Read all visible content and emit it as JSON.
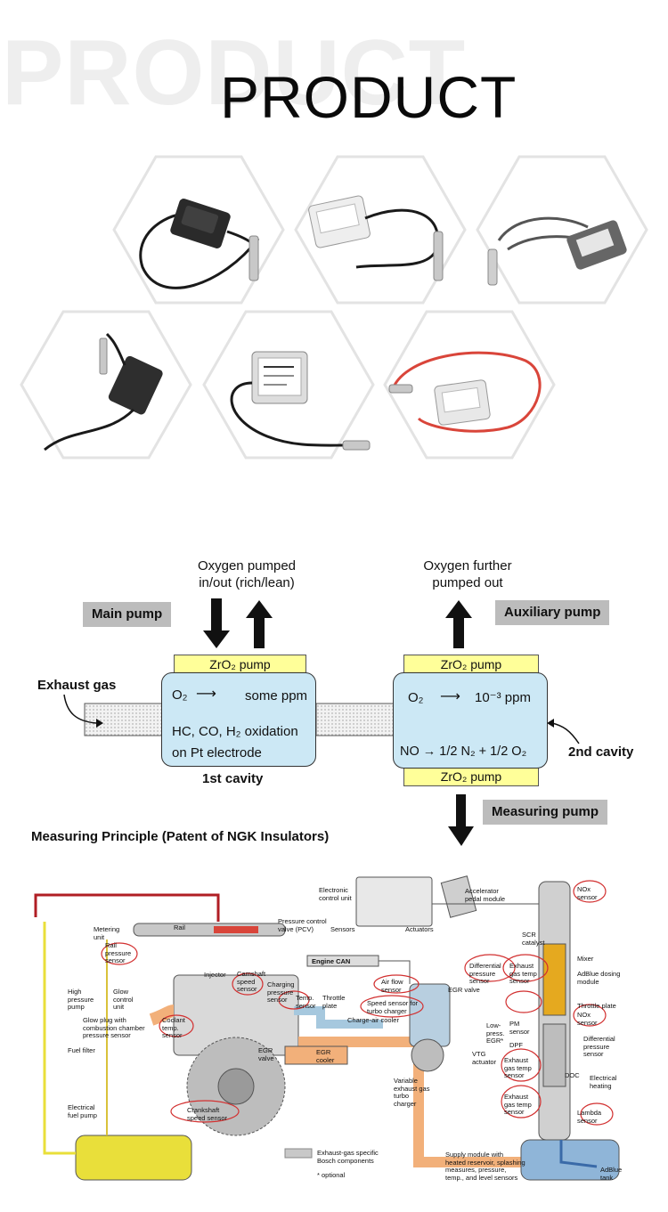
{
  "header": {
    "bg_word": "PRODUCT",
    "title": "PRODUCT"
  },
  "products": {
    "count": 6,
    "names": [
      "nox-sensor-black-cable",
      "nox-sensor-white-module",
      "nox-sensor-grey-cable",
      "nox-sensor-black-module-2",
      "nox-sensor-labeled",
      "nox-sensor-red-cable"
    ]
  },
  "principle": {
    "main_pump": "Main pump",
    "aux_pump": "Auxiliary pump",
    "measuring_pump": "Measuring pump",
    "oxygen_pumped": "Oxygen pumped",
    "in_out": "in/out (rich/lean)",
    "oxygen_further": "Oxygen further",
    "pumped_out": "pumped out",
    "exhaust_gas": "Exhaust gas",
    "zro2_pump": "ZrO₂ pump",
    "o2": "O₂",
    "some_ppm": "some ppm",
    "hc_line": "HC, CO, H₂ oxidation",
    "pt_line": "on Pt electrode",
    "first_cavity": "1st cavity",
    "second_cavity": "2nd cavity",
    "ppm_line": "10⁻³ ppm",
    "no_line": "NO → 1/2 N₂ + 1/2 O₂",
    "caption": "Measuring Principle (Patent of NGK Insulators)"
  },
  "system": {
    "ecu": "Electronic control unit",
    "sensors": "Sensors",
    "actuators": "Actuators",
    "accel": "Accelerator pedal module",
    "engine_can": "Engine CAN",
    "metering": "Metering unit",
    "rail": "Rail",
    "rail_pressure": "Rail pressure sensor",
    "pcv": "Pressure control valve (PCV)",
    "high_pressure": "High pressure pump",
    "glow_control": "Glow control unit",
    "glow_plug": "Glow plug with combustion chamber pressure sensor",
    "fuel_filter": "Fuel filter",
    "injector": "Injector",
    "camshaft": "Camshaft speed sensor",
    "charging": "Charging pressure sensor",
    "temp": "Temp. sensor",
    "throttle": "Throttle plate",
    "air_flow": "Air flow sensor",
    "speed_turbo": "Speed sensor for turbo charger",
    "charge_air": "Charge-air cooler",
    "egr_valve_top": "EGR valve",
    "coolant": "Coolant temp. sensor",
    "egr_valve": "EGR valve",
    "egr_cooler": "EGR cooler",
    "low_press_egr": "Low-press. EGR*",
    "pm_sensor": "PM sensor",
    "dpf": "DPF",
    "vtg": "VTG actuator",
    "variable_turbo": "Variable exhaust gas turbo charger",
    "crankshaft": "Crankshaft speed sensor",
    "electrical_pump": "Electrical fuel pump",
    "nox_top": "NOx sensor",
    "scr": "SCR catalyst",
    "mixer": "Mixer",
    "adblue_dosing": "AdBlue dosing module",
    "diff_pressure": "Differential pressure sensor",
    "exhaust_temp1": "Exhaust gas temp sensor",
    "throttle2": "Throttle plate",
    "nox_mid": "NOx sensor",
    "diff_pressure2": "Differential pressure sensor",
    "exhaust_temp2": "Exhaust gas temp sensor",
    "doc": "DOC",
    "elec_heating": "Electrical heating",
    "exhaust_temp3": "Exhaust gas temp sensor",
    "lambda": "Lambda sensor",
    "supply_module": "Supply module with heated reservoir, splashing measures, pressure, temp., and level sensors",
    "adblue_tank": "AdBlue tank",
    "legend_specific": "Exhaust-gas specific Bosch components",
    "legend_optional": "* optional"
  },
  "colors": {
    "cavity_fill": "#cce8f5",
    "pump_fill": "#ffff99",
    "label_gray": "#bcbcbc",
    "fuel_yellow": "#e9df3a",
    "exhaust_orange": "#f2b07a",
    "circle_red": "#d23030"
  }
}
